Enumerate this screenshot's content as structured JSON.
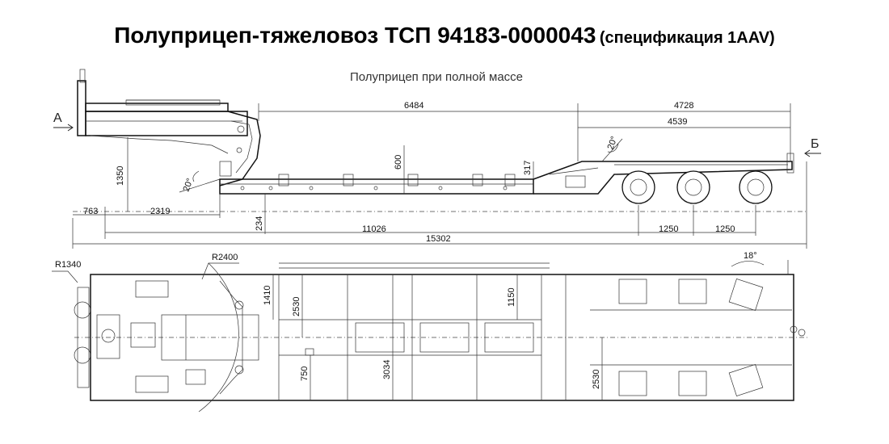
{
  "title": {
    "main": "Полуприцеп-тяжеловоз ТСП 94183-0000043",
    "spec": "(спецификация 1AAV)"
  },
  "side_view": {
    "caption": "Полуприцеп при полной массе",
    "view_a": "А",
    "view_b": "Б",
    "dims": {
      "d6484": "6484",
      "d4728": "4728",
      "d4539": "4539",
      "d1350": "1350",
      "d600": "600",
      "d317": "317",
      "d234": "234",
      "d763": "763",
      "d2319": "2319",
      "d11026": "11026",
      "d15302": "15302",
      "d1250a": "1250",
      "d1250b": "1250",
      "ang20a": "20°",
      "ang20b": "20°"
    }
  },
  "top_view": {
    "dims": {
      "r1340": "R1340",
      "r2400": "R2400",
      "d1410": "1410",
      "d2530a": "2530",
      "d1150": "1150",
      "d750": "750",
      "d3034": "3034",
      "d2530b": "2530",
      "ang18": "18°"
    }
  }
}
